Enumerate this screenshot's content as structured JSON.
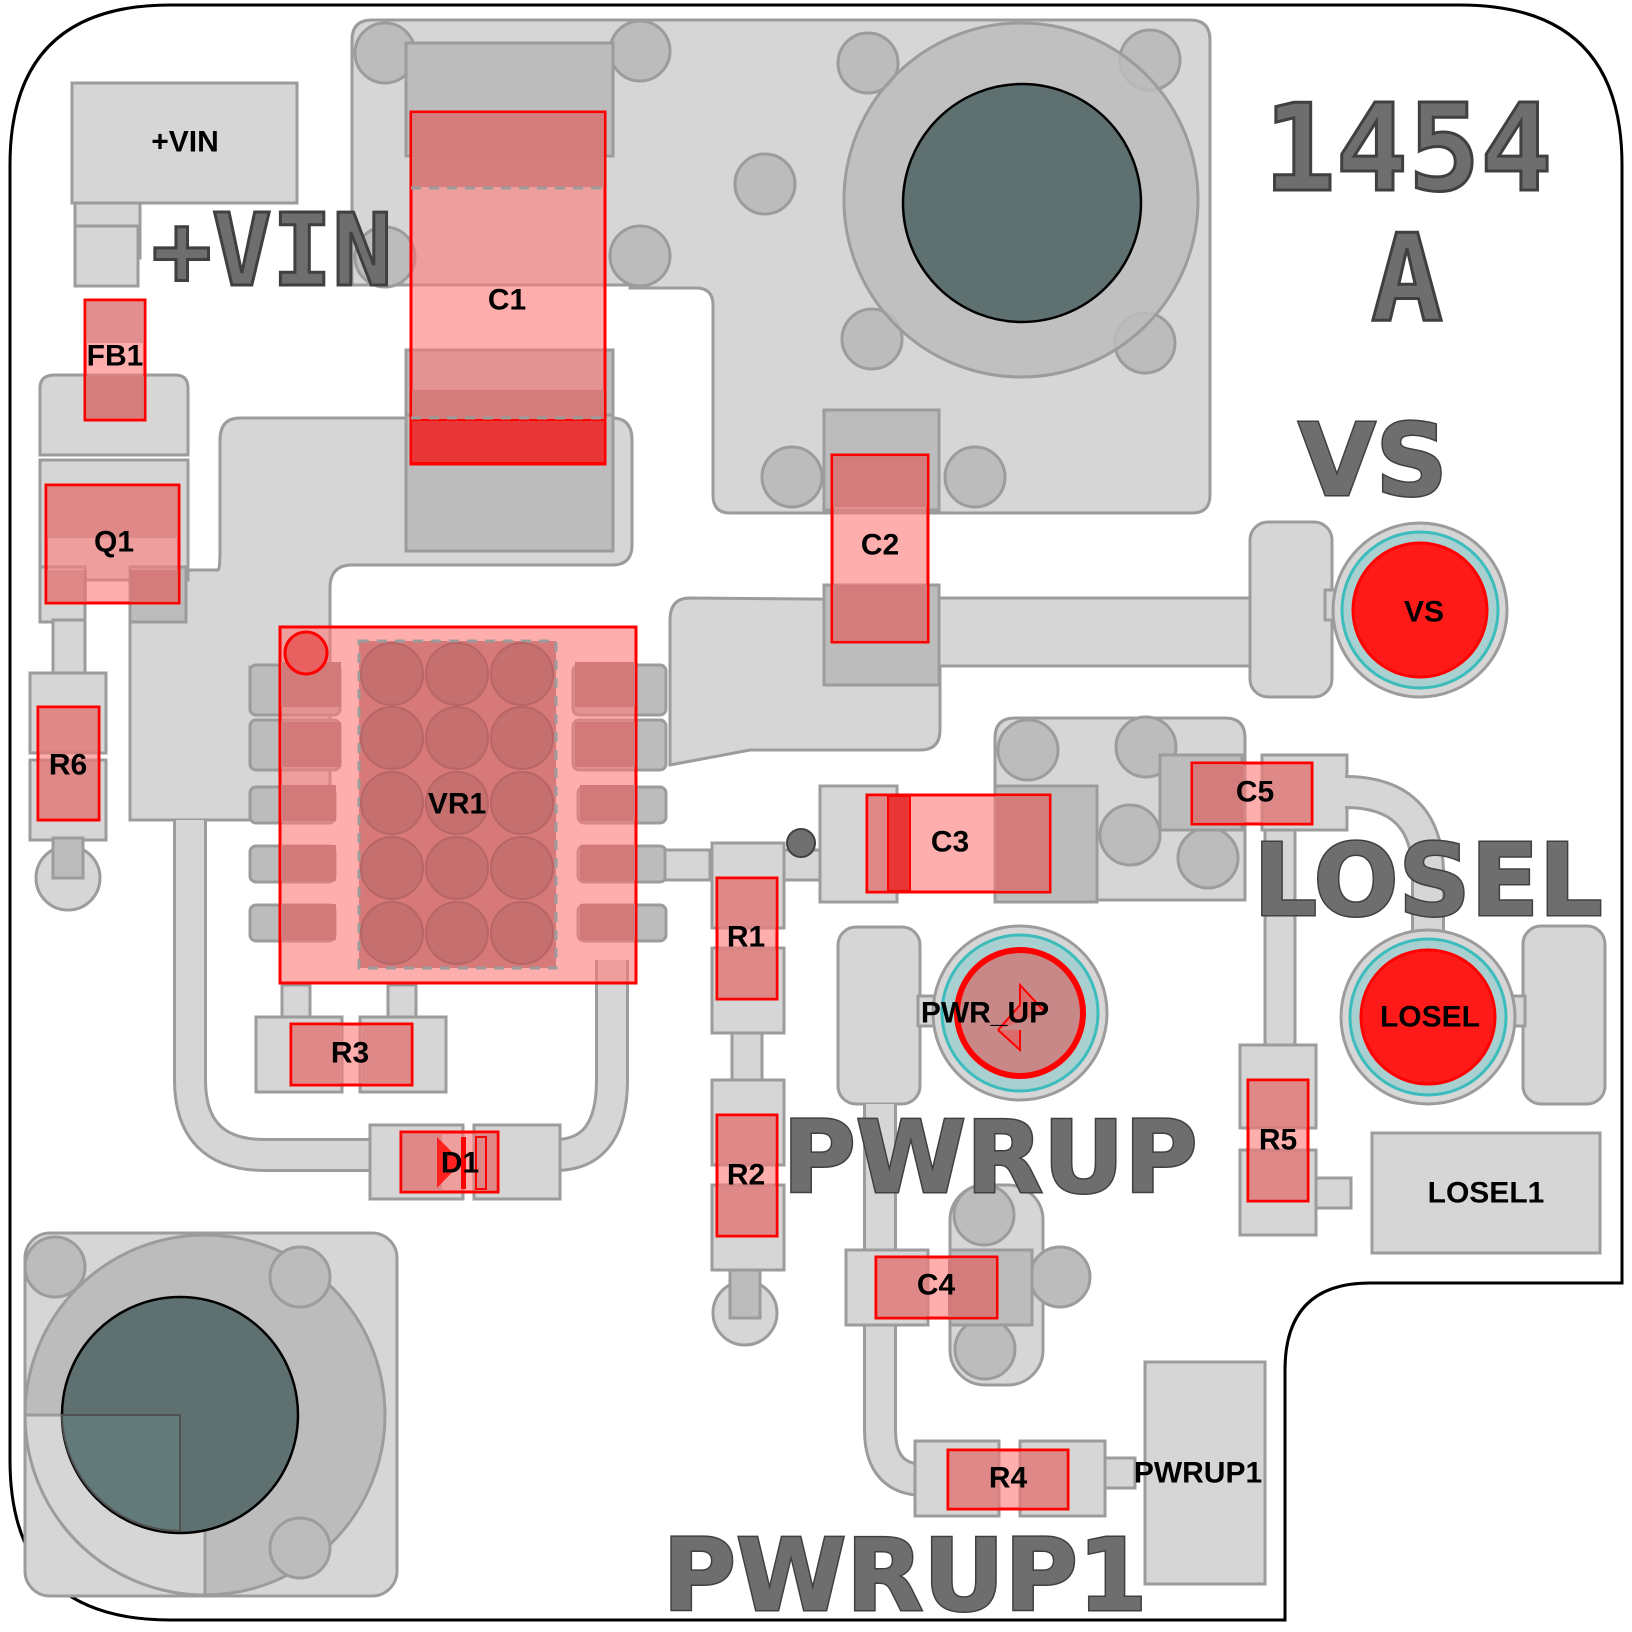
{
  "board": {
    "name": "PCB layout view",
    "silkscreen": {
      "part_number": "1454",
      "revision": "A",
      "vin_label": "+VIN",
      "vs_label": "VS",
      "losel_label": "LOSEL",
      "pwrup_label": "PWRUP",
      "pwrup1_label": "PWRUP1"
    },
    "connectors": {
      "vin_pad": "+VIN",
      "losel1_pad": "LOSEL1",
      "pwrup1_pad": "PWRUP1"
    },
    "test_points": {
      "vs": "VS",
      "losel": "LOSEL",
      "pwr_up": "PWR_UP"
    },
    "components": {
      "c1": "C1",
      "c2": "C2",
      "c3": "C3",
      "c4": "C4",
      "c5": "C5",
      "fb1": "FB1",
      "q1": "Q1",
      "r1": "R1",
      "r2": "R2",
      "r3": "R3",
      "r4": "R4",
      "r5": "R5",
      "r6": "R6",
      "vr1": "VR1",
      "d1": "D1"
    },
    "colors": {
      "copper": "#d6d6d6",
      "copper_dark": "#bcbcbc",
      "component_outline": "#ff0000",
      "component_fill": "#ffa8a8",
      "silkscreen": "#6e6e6e",
      "drill_hole": "#5f7070",
      "test_point_ring": "#3cbcbc"
    }
  }
}
